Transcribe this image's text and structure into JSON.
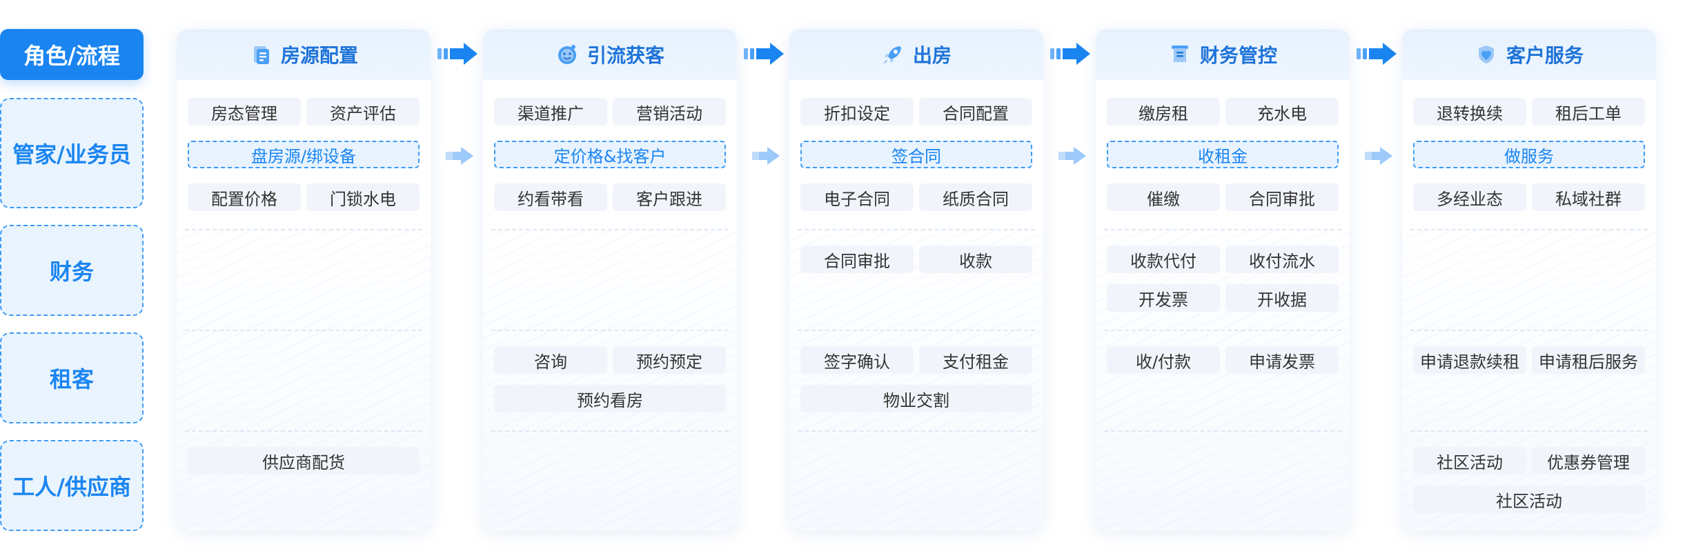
{
  "roles": {
    "header": "角色/流程",
    "items": [
      "管家/业务员",
      "财务",
      "租客",
      "工人/供应商"
    ]
  },
  "stages": [
    {
      "title": "房源配置",
      "icon": "house-doc-icon",
      "steward": {
        "top": [
          "房态管理",
          "资产评估"
        ],
        "key": "盘房源/绑设备",
        "bottom": [
          "配置价格",
          "门锁水电"
        ]
      },
      "finance": [],
      "tenant": [],
      "worker": [
        "供应商配货"
      ]
    },
    {
      "title": "引流获客",
      "icon": "smiley-icon",
      "steward": {
        "top": [
          "渠道推广",
          "营销活动"
        ],
        "key": "定价格&找客户",
        "bottom": [
          "约看带看",
          "客户跟进"
        ]
      },
      "finance": [],
      "tenant": [
        "咨询",
        "预约预定",
        "预约看房"
      ],
      "worker": []
    },
    {
      "title": "出房",
      "icon": "rocket-icon",
      "steward": {
        "top": [
          "折扣设定",
          "合同配置"
        ],
        "key": "签合同",
        "bottom": [
          "电子合同",
          "纸质合同"
        ]
      },
      "finance": [
        "合同审批",
        "收款"
      ],
      "tenant": [
        "签字确认",
        "支付租金",
        "物业交割"
      ],
      "worker": []
    },
    {
      "title": "财务管控",
      "icon": "receipt-icon",
      "steward": {
        "top": [
          "缴房租",
          "充水电"
        ],
        "key": "收租金",
        "bottom": [
          "催缴",
          "合同审批"
        ]
      },
      "finance": [
        "收款代付",
        "收付流水",
        "开发票",
        "开收据"
      ],
      "tenant": [
        "收/付款",
        "申请发票"
      ],
      "worker": []
    },
    {
      "title": "客户服务",
      "icon": "heart-shield-icon",
      "steward": {
        "top": [
          "退转换续",
          "租后工单"
        ],
        "key": "做服务",
        "bottom": [
          "多经业态",
          "私域社群"
        ]
      },
      "finance": [],
      "tenant": [
        "申请退款续租",
        "申请租后服务"
      ],
      "worker": [
        "社区活动",
        "优惠券管理",
        "社区活动"
      ]
    }
  ],
  "colors": {
    "accent": "#1a85f1",
    "title": "#1e73d8",
    "chip_bg": "#f1f5fb",
    "key_bg": "#e8f3ff",
    "arrow": "#1a85f1"
  }
}
